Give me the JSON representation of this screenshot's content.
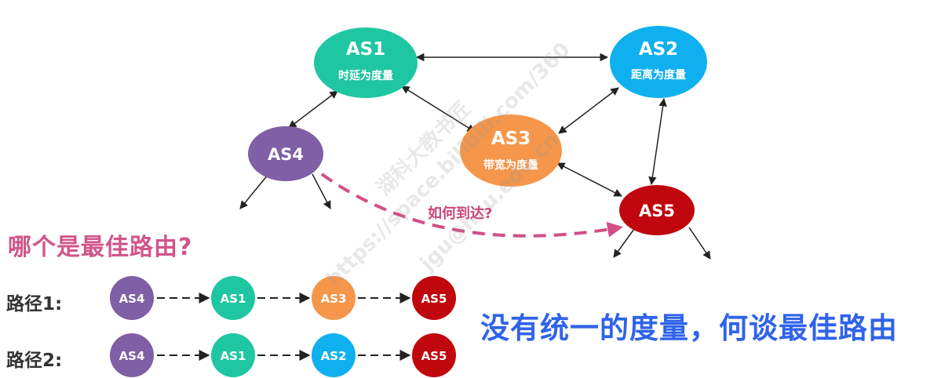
{
  "nodes": {
    "as1": {
      "name": "AS1",
      "metric": "时延为度量",
      "color": "#1fc6a2"
    },
    "as2": {
      "name": "AS2",
      "metric": "距离为度量",
      "color": "#0fb0ef"
    },
    "as3": {
      "name": "AS3",
      "metric": "带宽为度量",
      "color": "#f5964a"
    },
    "as4": {
      "name": "AS4",
      "color": "#7f5fa5"
    },
    "as5": {
      "name": "AS5",
      "color": "#c0070d"
    }
  },
  "question": "哪个是最佳路由?",
  "how_label": "如何到达?",
  "paths": [
    {
      "label": "路径1:",
      "hops": [
        "AS4",
        "AS1",
        "AS3",
        "AS5"
      ]
    },
    {
      "label": "路径2:",
      "hops": [
        "AS4",
        "AS1",
        "AS2",
        "AS5"
      ]
    }
  ],
  "conclusion": "没有统一的度量，何谈最佳路由",
  "watermark": [
    "湖科大教书匠",
    "https://space.bilibili.com/360",
    "jgu@hnu.edu.cn"
  ],
  "colors": {
    "question": "#d1558a",
    "conclusion": "#2f63ea",
    "dashed_route": "#d14f87"
  }
}
